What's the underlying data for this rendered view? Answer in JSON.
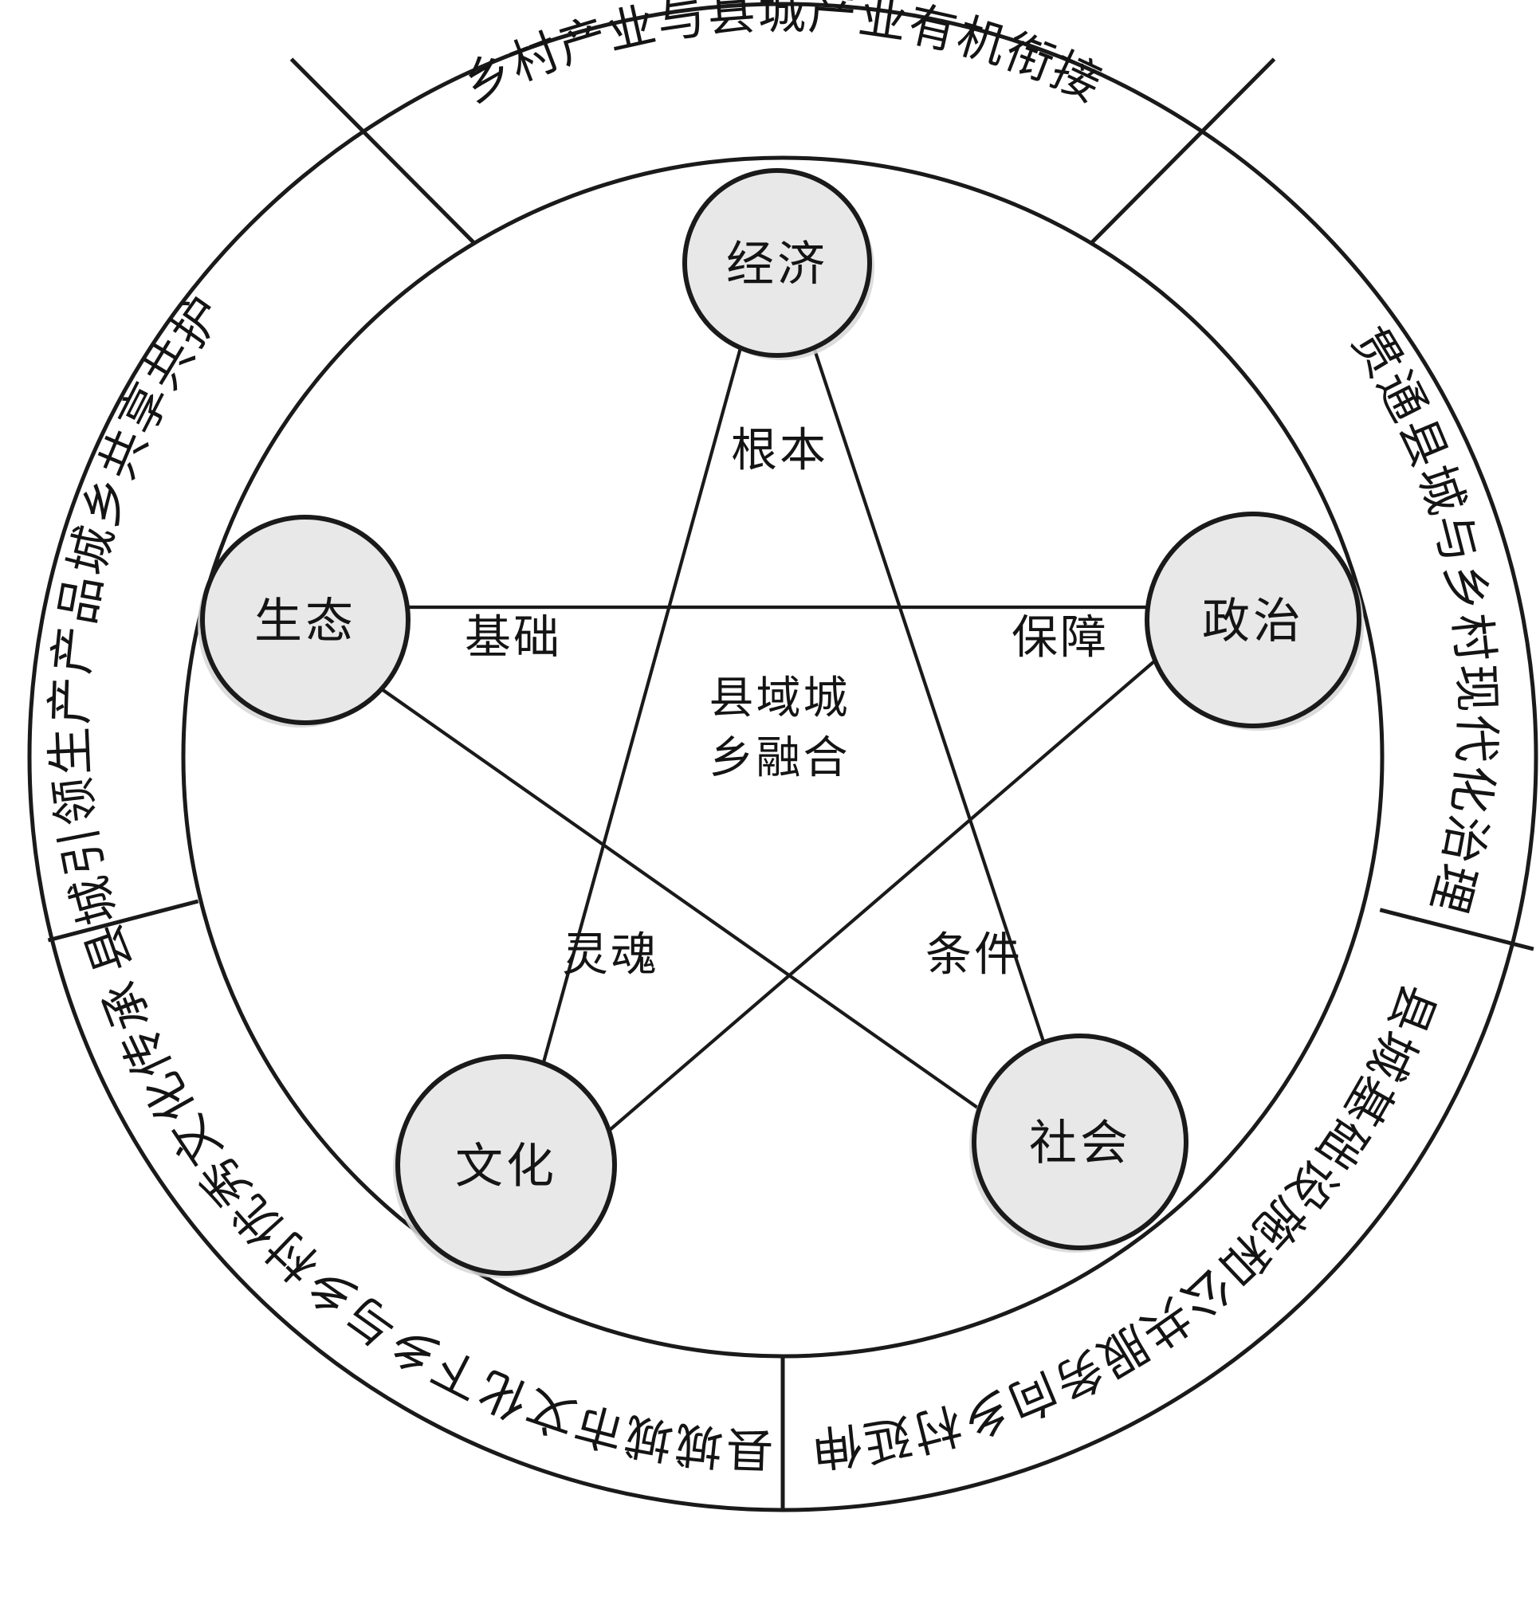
{
  "diagram": {
    "title_core": {
      "line1": "县域城",
      "line2": "乡融合"
    },
    "nodes": [
      {
        "id": "economy",
        "label": "经济",
        "role": "根本"
      },
      {
        "id": "politics",
        "label": "政治",
        "role": "保障"
      },
      {
        "id": "society",
        "label": "社会",
        "role": "条件"
      },
      {
        "id": "culture",
        "label": "文化",
        "role": "灵魂"
      },
      {
        "id": "ecology",
        "label": "生态",
        "role": "基础"
      }
    ],
    "roles": {
      "root": "根本",
      "guarantee": "保障",
      "condition": "条件",
      "soul": "灵魂",
      "foundation": "基础"
    },
    "ring_segments": [
      {
        "id": "industry",
        "text": "乡村产业与县城产业有机衔接"
      },
      {
        "id": "governance",
        "text": "贯通县城与乡村现代化治理"
      },
      {
        "id": "infrastructure",
        "text": "县城基础设施和公共服务向乡村延伸"
      },
      {
        "id": "culture-flow",
        "text": "县城城市文化下乡与乡村优秀文化传承"
      },
      {
        "id": "eco-products",
        "text": "县城引领生产产品城乡共享共护"
      }
    ],
    "colors": {
      "stroke": "#1a1a1a",
      "node_fill": "#e8e8e8",
      "background": "#ffffff",
      "text": "#141414"
    }
  }
}
